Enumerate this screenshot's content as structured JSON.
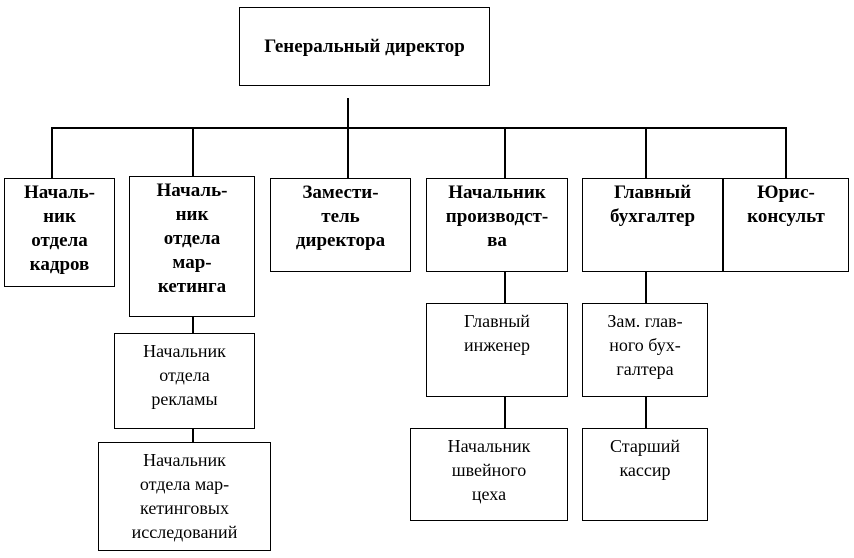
{
  "chart_title": "",
  "root": {
    "label": "Генеральный директор"
  },
  "level1": [
    {
      "label": "Началь-\nник\nотдела\nкадров"
    },
    {
      "label": "Началь-\nник\nотдела\nмар-\nкетинга"
    },
    {
      "label": "Замести-\nтель\nдиректора"
    },
    {
      "label": "Начальник\nпроизводст-\nва"
    },
    {
      "label": "Главный\nбухгалтер"
    },
    {
      "label": "Юрис-\nконсульт"
    }
  ],
  "level2": {
    "marketing": [
      {
        "label": "Начальник\nотдела\nрекламы"
      },
      {
        "label": "Начальник\nотдела мар-\nкетинговых\nисследований"
      }
    ],
    "production": [
      {
        "label": "Главный\nинженер"
      },
      {
        "label": "Начальник\nшвейного\nцеха"
      }
    ],
    "accounting": [
      {
        "label": "Зам. глав-\nного бух-\nгалтера"
      },
      {
        "label": "Старший\nкассир"
      }
    ]
  }
}
